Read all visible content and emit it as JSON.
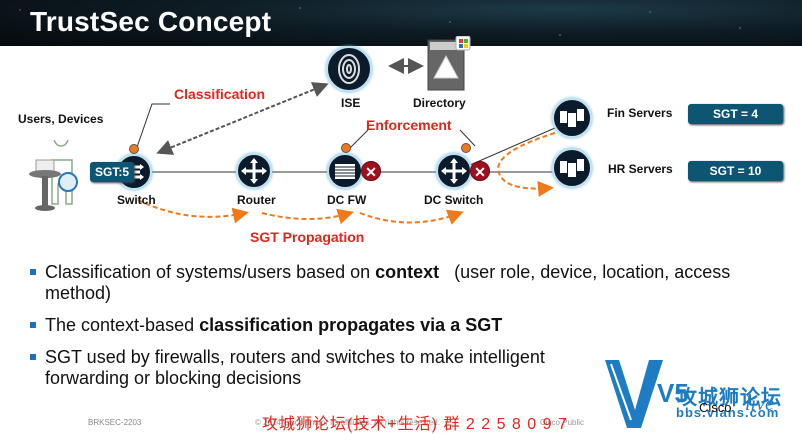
{
  "slide": {
    "title": "TrustSec Concept"
  },
  "diagram": {
    "labels": {
      "users_devices": "Users, Devices",
      "classification": "Classification",
      "enforcement": "Enforcement",
      "sgt_propagation": "SGT Propagation"
    },
    "nodes": {
      "switch": "Switch",
      "router": "Router",
      "dc_fw": "DC FW",
      "dc_switch": "DC Switch",
      "ise": "ISE",
      "directory": "Directory",
      "fin_servers": "Fin Servers",
      "hr_servers": "HR Servers"
    },
    "tags": {
      "switch_sgt": "SGT:5",
      "fin_sgt": "SGT = 4",
      "hr_sgt": "SGT = 10"
    },
    "icons": {
      "user_device": "user-laptop-icon",
      "switch": "switch-arrows-icon",
      "router": "router-arrows-icon",
      "firewall": "firewall-icon",
      "block": "x-block-icon",
      "ise": "fingerprint-icon",
      "directory": "directory-server-icon",
      "servers": "server-rack-icon"
    },
    "colors": {
      "node_fill": "#0b1b2b",
      "node_ring": "#bfe3f2",
      "accent_red": "#e8231c",
      "propagation_orange": "#f07a1a",
      "sgt_badge": "#0e5573",
      "block_red": "#a0101c"
    }
  },
  "bullets": [
    {
      "pre": "Classification of systems/users based on ",
      "bold": "context",
      "post": "   (user role, device, location, access method)"
    },
    {
      "pre": "The context-based ",
      "bold": "classification propagates via a SGT",
      "post": ""
    },
    {
      "pre": "SGT used by firewalls, routers and switches to make intelligent forwarding or blocking decisions",
      "bold": "",
      "post": ""
    }
  ],
  "footer": {
    "session_code": "BRKSEC-2203",
    "copyright": "© 2014 Cisco and/or its affiliates. All rights reserved.",
    "classification": "Cisco Public"
  },
  "watermark": {
    "text": "攻城狮论坛(技术+生活) 群  2 2 5 8 0 9 7",
    "logo_mark": "V5",
    "logo_cn": "攻城狮论坛",
    "logo_url": "bbs.vlans.com",
    "logo_cisco": "Cisco",
    "logo_live": "live"
  }
}
